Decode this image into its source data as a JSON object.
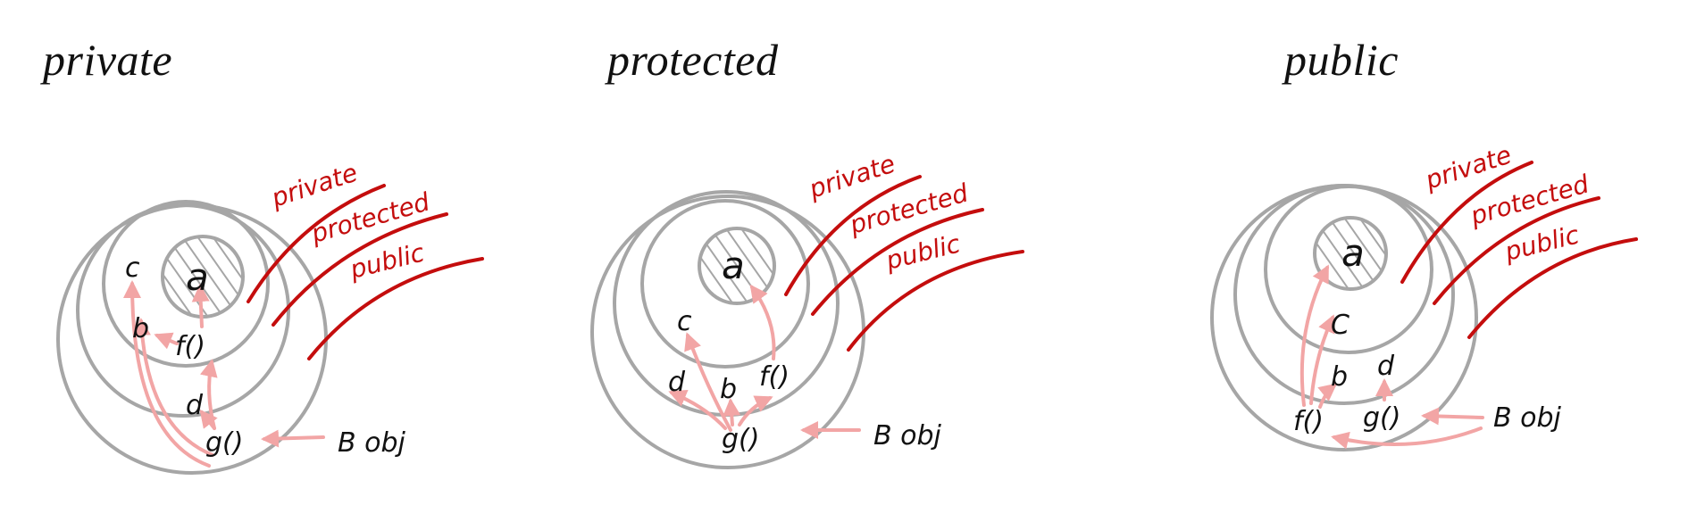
{
  "colors": {
    "ring": "#a6a6a6",
    "hatch": "#a6a6a6",
    "arrow": "#f2a5a5",
    "layer": "#c40d0d",
    "ink": "#111111"
  },
  "titles": {
    "private": "private",
    "protected": "protected",
    "public": "public"
  },
  "layer_labels": {
    "private": "private",
    "protected": "protected",
    "public": "public"
  },
  "members": {
    "a": "a",
    "b": "b",
    "c": "c",
    "c_upper": "C",
    "d": "d",
    "f": "f()",
    "g": "g()",
    "obj": "B obj"
  }
}
